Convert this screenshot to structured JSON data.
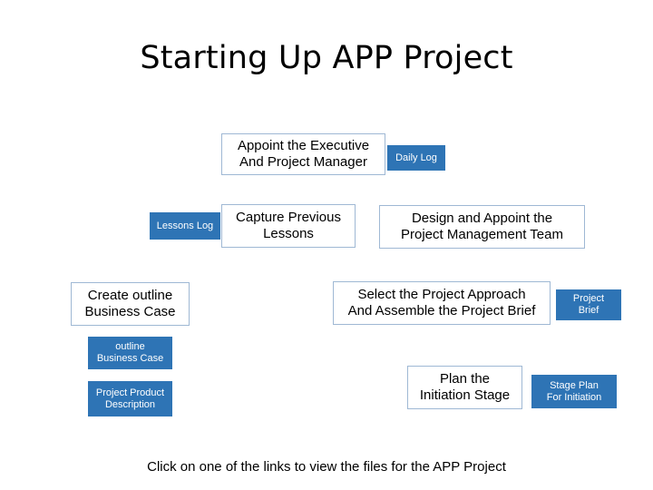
{
  "title": "Starting Up APP Project",
  "footer": "Click on one of the links to view the files for the APP Project",
  "boxes": [
    {
      "name": "appoint-executive-box",
      "text": "Appoint the Executive\nAnd Project Manager",
      "style": "white"
    },
    {
      "name": "daily-log-box",
      "text": "Daily Log",
      "style": "blue"
    },
    {
      "name": "lessons-log-box",
      "text": "Lessons Log",
      "style": "blue"
    },
    {
      "name": "capture-previous-lessons-box",
      "text": "Capture Previous\nLessons",
      "style": "white"
    },
    {
      "name": "design-appoint-team-box",
      "text": "Design and Appoint the\nProject Management Team",
      "style": "white"
    },
    {
      "name": "create-outline-business-case-box",
      "text": "Create outline\nBusiness Case",
      "style": "white"
    },
    {
      "name": "select-project-approach-box",
      "text": "Select the Project Approach\nAnd Assemble the Project Brief",
      "style": "white"
    },
    {
      "name": "project-brief-box",
      "text": "Project\nBrief",
      "style": "blue"
    },
    {
      "name": "outline-business-case-box",
      "text": "outline\nBusiness Case",
      "style": "blue"
    },
    {
      "name": "plan-initiation-stage-box",
      "text": "Plan the\nInitiation Stage",
      "style": "white"
    },
    {
      "name": "stage-plan-initiation-box",
      "text": "Stage Plan\nFor Initiation",
      "style": "blue"
    },
    {
      "name": "project-product-description-box",
      "text": "Project Product\nDescription",
      "style": "blue"
    }
  ]
}
